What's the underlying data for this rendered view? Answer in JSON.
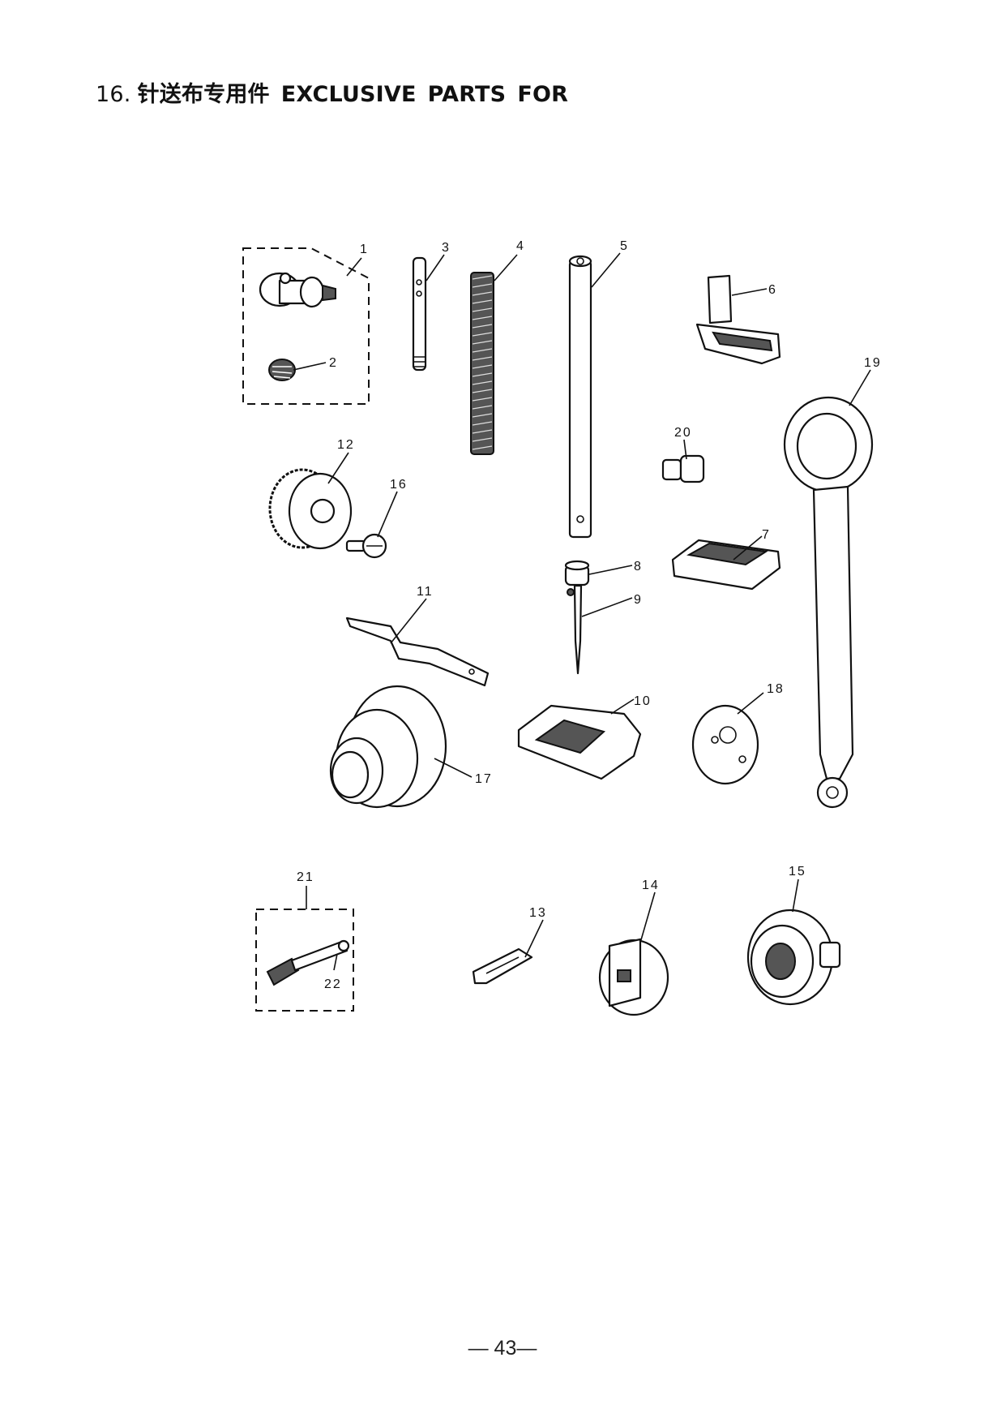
{
  "header": {
    "section_number": "16.",
    "title_cn": "针送布专用件",
    "title_en_1": "EXCLUSIVE",
    "title_en_2": "PARTS",
    "title_en_3": "FOR"
  },
  "callouts": {
    "p1": "1",
    "p2": "2",
    "p3": "3",
    "p4": "4",
    "p5": "5",
    "p6": "6",
    "p7": "7",
    "p8": "8",
    "p9": "9",
    "p10": "10",
    "p11": "11",
    "p12": "12",
    "p13": "13",
    "p14": "14",
    "p15": "15",
    "p16": "16",
    "p17": "17",
    "p18": "18",
    "p19": "19",
    "p20": "20",
    "p21": "21",
    "p22": "22"
  },
  "footer": {
    "page_number": "— 43—"
  }
}
